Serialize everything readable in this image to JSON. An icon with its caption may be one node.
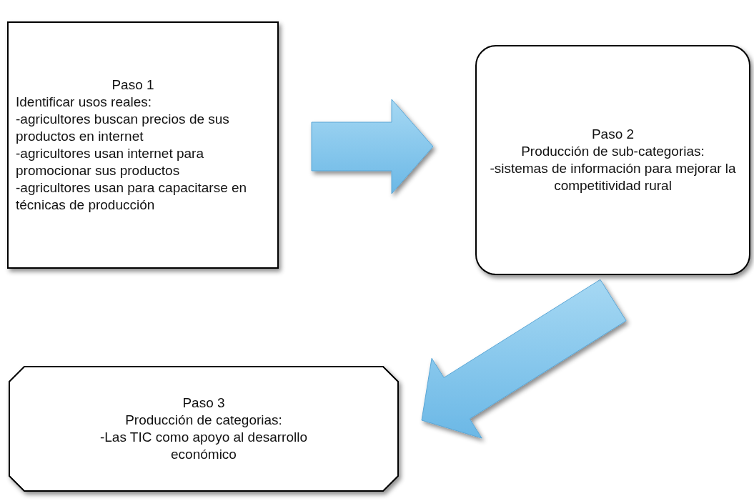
{
  "diagram": {
    "nodes": [
      {
        "text": [
          "Paso 1",
          "Identificar usos reales:",
          "-agricultores buscan precios de sus productos en internet",
          "-agricultores usan internet para promocionar sus productos",
          "-agricultores usan para capacitarse en técnicas de producción"
        ]
      },
      {
        "text": [
          "Paso 2",
          "Producción de sub-categorias:",
          "-sistemas de información para mejorar la competitividad rural"
        ]
      },
      {
        "text": [
          "Paso 3",
          "Producción de categorias:",
          "-Las TIC como apoyo al desarrollo económico"
        ]
      }
    ],
    "edges": [
      {
        "from": 0,
        "to": 1,
        "arrow": "to"
      },
      {
        "from": 1,
        "to": 2,
        "arrow": "to"
      }
    ]
  }
}
